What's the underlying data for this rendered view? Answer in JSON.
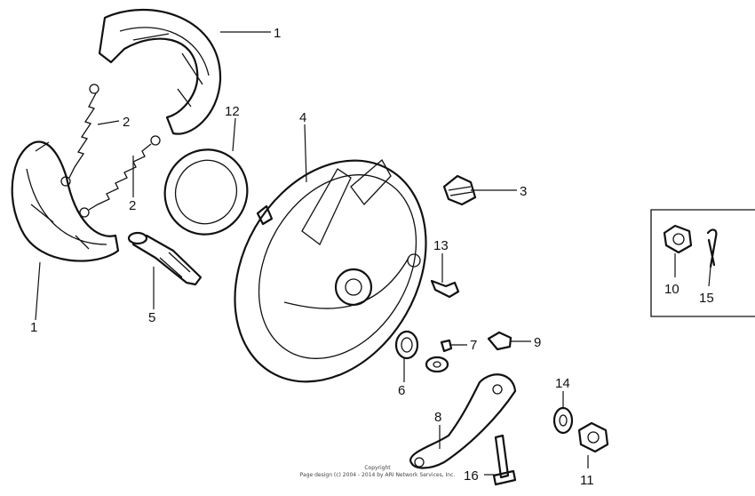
{
  "callouts": {
    "c1_top": "1",
    "c1_bottom": "1",
    "c2_upper": "2",
    "c2_lower": "2",
    "c3": "3",
    "c4": "4",
    "c5": "5",
    "c6": "6",
    "c7": "7",
    "c8": "8",
    "c9": "9",
    "c10": "10",
    "c11": "11",
    "c12": "12",
    "c13": "13",
    "c14": "14",
    "c15": "15",
    "c16": "16"
  },
  "footer": {
    "copyright_line1": "Copyright",
    "copyright_line2": "Page design (c) 2004 - 2014 by ARI Network Services, Inc."
  }
}
